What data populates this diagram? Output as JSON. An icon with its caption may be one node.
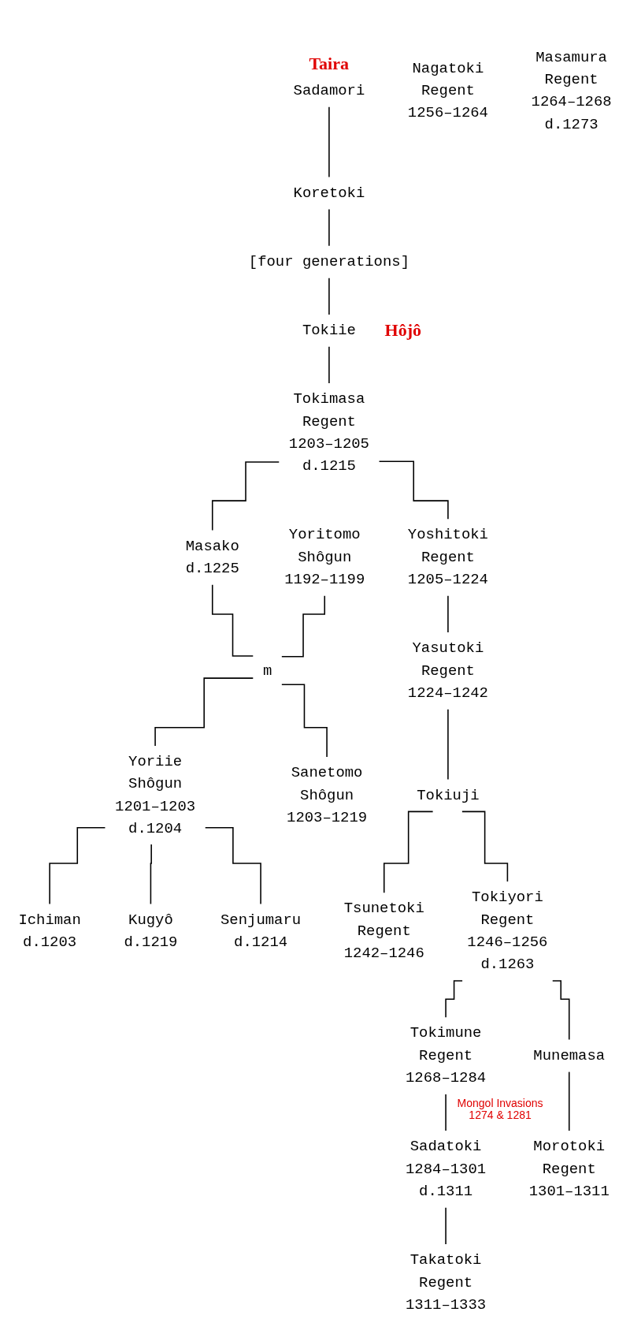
{
  "diagram": {
    "nodes": [
      {
        "text": [
          "Sadamori"
        ]
      },
      {
        "text": [
          "Koretoki"
        ]
      },
      {
        "text": [
          "[four generations]"
        ]
      },
      {
        "text": [
          "Tokiie"
        ]
      },
      {
        "text": [
          "Tokimasa",
          "Regent",
          "1203–1205",
          "d.1215"
        ]
      },
      {
        "text": [
          "Yoshitoki",
          "Regent",
          "1205–1224"
        ]
      },
      {
        "text": [
          "Masako",
          "d.1225"
        ]
      },
      {
        "text": [
          "m"
        ]
      },
      {
        "text": [
          "Yoritomo",
          "Shôgun",
          "1192–1199"
        ]
      },
      {
        "text": [
          "Yasutoki",
          "Regent",
          "1224–1242"
        ]
      },
      {
        "text": [
          "Yoriie",
          "Shôgun",
          "1201–1203",
          "d.1204"
        ]
      },
      {
        "text": [
          "Sanetomo",
          "Shôgun",
          "1203–1219"
        ]
      },
      {
        "text": [
          "Tokiuji"
        ]
      },
      {
        "text": [
          "Ichiman",
          "d.1203"
        ]
      },
      {
        "text": [
          "Kugyô",
          "d.1219"
        ]
      },
      {
        "text": [
          "Senjumaru",
          "d.1214"
        ]
      },
      {
        "text": [
          "Tsunetoki",
          "Regent",
          "1242–1246"
        ]
      },
      {
        "text": [
          "Tokiyori",
          "Regent",
          "1246–1256",
          "d.1263"
        ]
      },
      {
        "text": [
          "Nagatoki",
          "Regent",
          "1256–1264"
        ]
      },
      {
        "text": [
          "Tokimune",
          "Regent",
          "1268–1284"
        ]
      },
      {
        "text": [
          "Munemasa"
        ]
      },
      {
        "text": [
          "Masamura",
          "Regent",
          "1264–1268",
          "d.1273"
        ]
      },
      {
        "text": [
          "Sadatoki",
          "1284–1301",
          "d.1311"
        ]
      },
      {
        "text": [
          "Morotoki",
          "Regent",
          "1301–1311"
        ]
      },
      {
        "text": [
          "Takatoki",
          "Regent",
          "1311–1333"
        ]
      }
    ],
    "edges": [
      {
        "from": 0,
        "to": 1,
        "arrow": "none"
      },
      {
        "from": 1,
        "to": 2,
        "arrow": "none"
      },
      {
        "from": 2,
        "to": 3,
        "arrow": "none"
      },
      {
        "from": 3,
        "to": 4,
        "arrow": "none"
      },
      {
        "from": 4,
        "to": 5,
        "arrow": "none"
      },
      {
        "from": 4,
        "to": 6,
        "arrow": "none"
      },
      {
        "from": 6,
        "to": 7,
        "arrow": "none"
      },
      {
        "from": 8,
        "to": 7,
        "arrow": "none"
      },
      {
        "from": 5,
        "to": 9,
        "arrow": "none"
      },
      {
        "from": 7,
        "to": 10,
        "arrow": "none"
      },
      {
        "from": 7,
        "to": 11,
        "arrow": "none"
      },
      {
        "from": 9,
        "to": 12,
        "arrow": "none"
      },
      {
        "from": 10,
        "to": 13,
        "arrow": "none"
      },
      {
        "from": 10,
        "to": 14,
        "arrow": "none"
      },
      {
        "from": 10,
        "to": 15,
        "arrow": "none"
      },
      {
        "from": 12,
        "to": 16,
        "arrow": "none"
      },
      {
        "from": 12,
        "to": 17,
        "arrow": "none"
      },
      {
        "from": 17,
        "to": 19,
        "arrow": "none"
      },
      {
        "from": 17,
        "to": 20,
        "arrow": "none"
      },
      {
        "from": 19,
        "to": 22,
        "arrow": "none"
      },
      {
        "from": 20,
        "to": 23,
        "arrow": "none"
      },
      {
        "from": 22,
        "to": 24,
        "arrow": "none"
      }
    ],
    "labels": [
      "Taira",
      "Hôjô",
      "Mongol Invasions 1274 & 1281"
    ]
  }
}
